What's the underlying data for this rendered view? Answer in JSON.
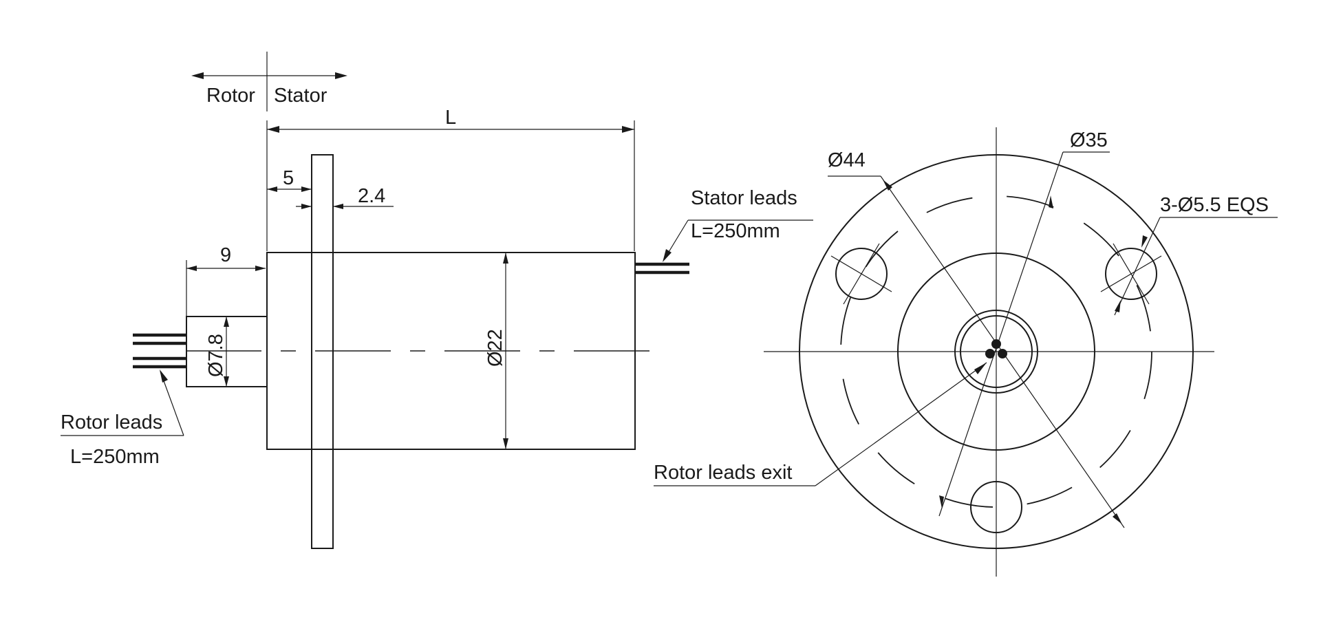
{
  "side_view": {
    "rotor_label": "Rotor",
    "stator_label": "Stator",
    "dim_length": "L",
    "dim_flange_offset": "5",
    "dim_flange_thickness": "2.4",
    "dim_shaft_length": "9",
    "dim_shaft_diameter": "Ø7.8",
    "dim_body_diameter": "Ø22",
    "stator_leads_label": "Stator leads",
    "stator_leads_length": "L=250mm",
    "rotor_leads_label": "Rotor leads",
    "rotor_leads_length": "L=250mm"
  },
  "front_view": {
    "dim_outer_diameter": "Ø44",
    "dim_bolt_circle": "Ø35",
    "dim_holes": "3-Ø5.5 EQS",
    "rotor_exit_label": "Rotor leads exit"
  }
}
